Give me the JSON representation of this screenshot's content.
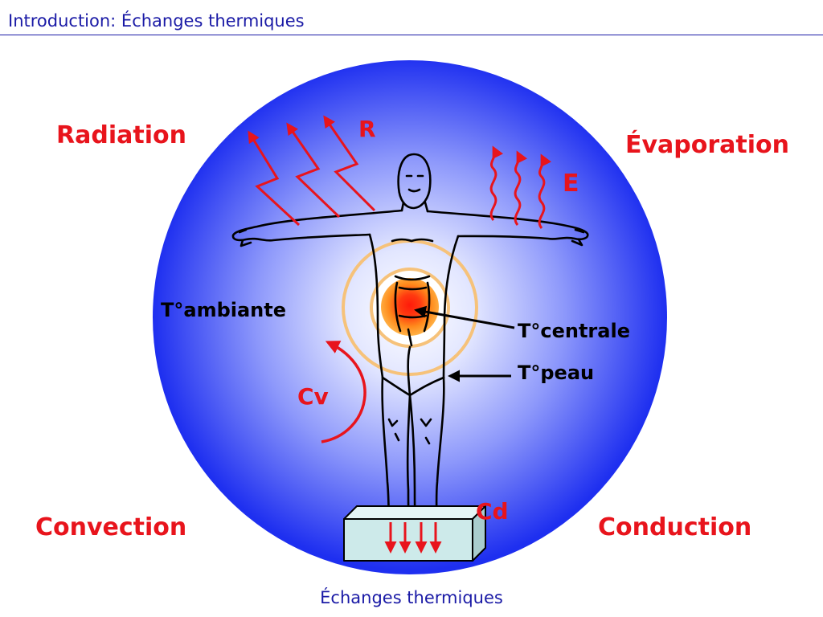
{
  "header": {
    "title": "Introduction: Échanges thermiques"
  },
  "footer": {
    "caption": "Échanges thermiques"
  },
  "labels": {
    "radiation": "Radiation",
    "evaporation": "Évaporation",
    "convection": "Convection",
    "conduction": "Conduction",
    "r": "R",
    "e": "E",
    "cv": "Cv",
    "cd": "Cd",
    "t_ambiante": "T°ambiante",
    "t_centrale": "T°centrale",
    "t_peau": "T°peau"
  },
  "colors": {
    "title_blue": "#1a1aa6",
    "label_red": "#e8141c",
    "sphere_core": "#ffffff",
    "sphere_edge": "#1e2ff0",
    "core_red": "#ff2a10",
    "core_orange": "#ff8a1c",
    "ring_gold": "#f6c27a",
    "block_fill": "#cdeaea"
  },
  "icons": {
    "body": "human-body-figure",
    "radiation_arrows": "zigzag-arrow",
    "evaporation_arrows": "wavy-arrow",
    "convection_arrow": "curved-arrow",
    "conduction_arrows": "down-arrow"
  }
}
